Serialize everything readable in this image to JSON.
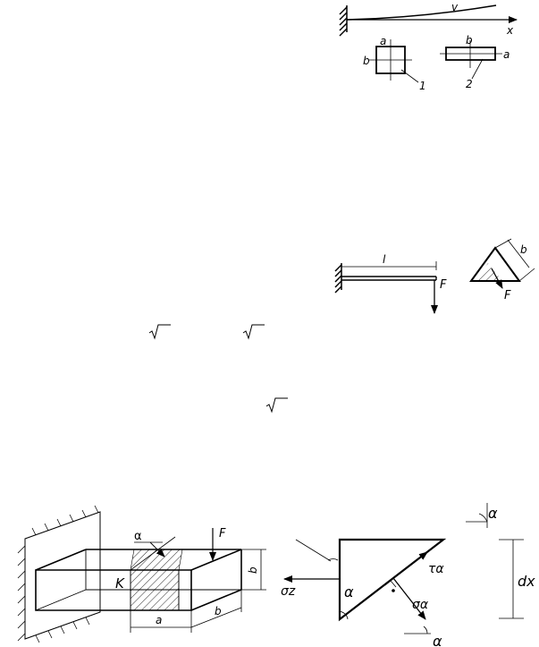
{
  "beam_deflection": {
    "deflection_label": "v",
    "axis_label": "x"
  },
  "cross_sections": {
    "square": {
      "top": "a",
      "left": "b",
      "number": "1"
    },
    "rectangle": {
      "top": "b",
      "right": "a",
      "number": "2"
    }
  },
  "cantilever": {
    "length_label": "l",
    "force_label": "F"
  },
  "triangle_section": {
    "side_label": "b",
    "force_label": "F"
  },
  "iso_block": {
    "angle_label": "α",
    "force_label": "F",
    "point_label": "K",
    "dim_a": "a",
    "dim_b_bottom": "b",
    "dim_b_side": "b"
  },
  "stress_element": {
    "sigma_z": "σz",
    "alpha_inner": "α",
    "tau": "τα",
    "sigma_alpha": "σα",
    "alpha_bottom": "α",
    "alpha_top": "α",
    "dx": "dx"
  }
}
